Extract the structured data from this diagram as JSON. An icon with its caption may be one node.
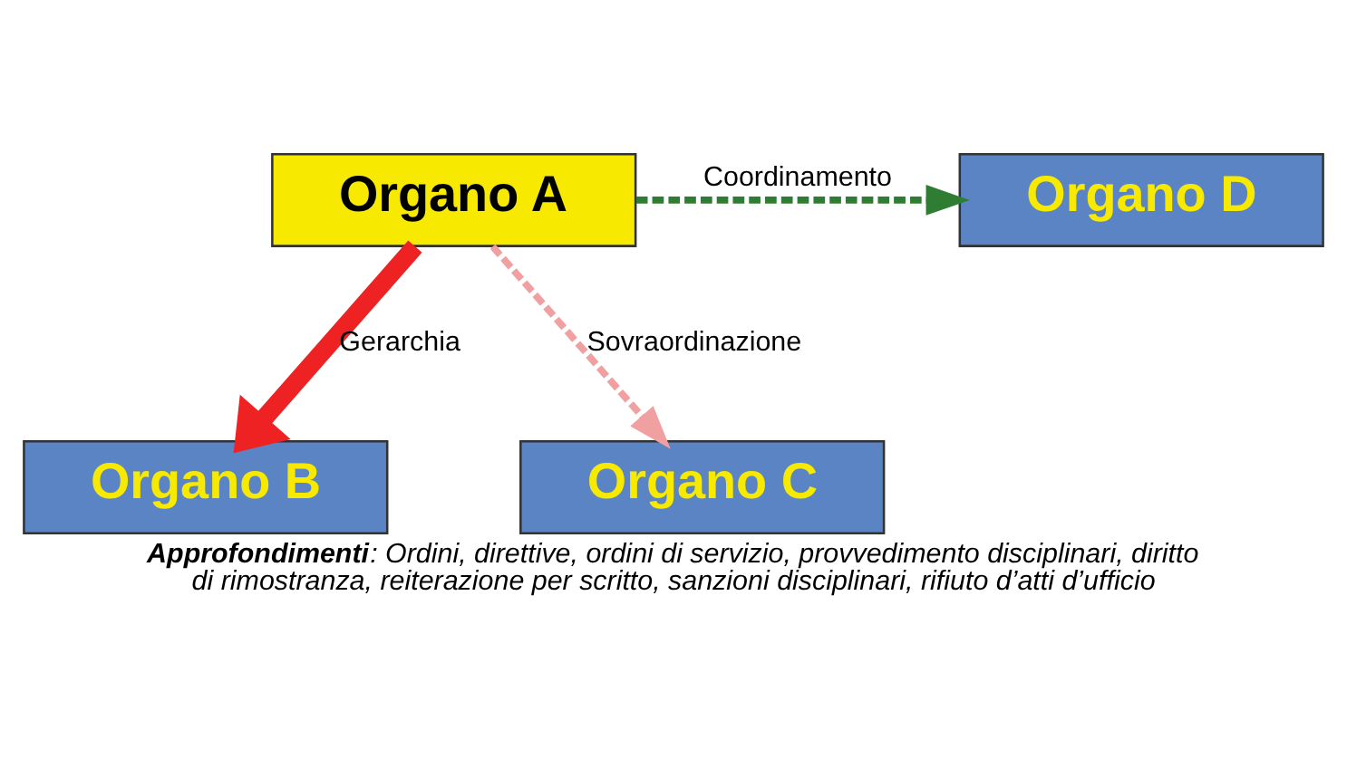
{
  "diagram": {
    "caption": "**Approfondimenti**: Ordini, direttive, ordini di servizio, provvedimento disciplinari, diritto di rimostranza, reiterazione per scritto, sanzioni disciplinari, rifiuto d’atti d’ufficio",
    "nodes": [
      {
        "text": [
          "Organo A"
        ]
      },
      {
        "text": [
          "Organo D"
        ]
      },
      {
        "text": [
          "Organo B"
        ]
      },
      {
        "text": [
          "Organo C"
        ]
      }
    ],
    "edges": [
      {
        "from": 0,
        "to": 1,
        "arrow": "to",
        "label": "Coordinamento",
        "style": "dashed",
        "color": "#2e7d32"
      },
      {
        "from": 0,
        "to": 2,
        "arrow": "to",
        "label": "Gerarchia",
        "style": "thick",
        "color": "#ee2222"
      },
      {
        "from": 0,
        "to": 3,
        "arrow": "to",
        "label": "Sovraordinazione",
        "style": "dashed",
        "color": "#f0a0a0"
      }
    ]
  }
}
